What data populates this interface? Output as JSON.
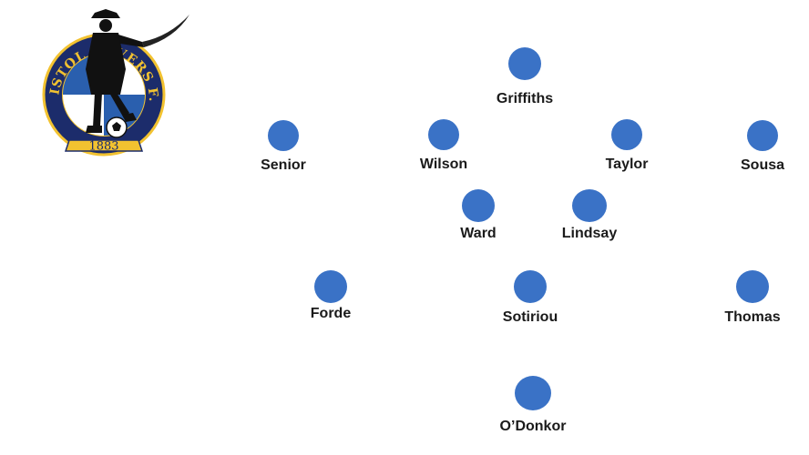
{
  "crest": {
    "top_arc_text": "BRISTOL ROVERS F.C.",
    "year": "1883",
    "colors": {
      "navy": "#1c2c6b",
      "gold": "#f2c230",
      "quarter_blue": "#2a5fae"
    }
  },
  "accent_color": "#3a72c6",
  "players": [
    {
      "name": "Griffiths"
    },
    {
      "name": "Senior"
    },
    {
      "name": "Wilson"
    },
    {
      "name": "Taylor"
    },
    {
      "name": "Sousa"
    },
    {
      "name": "Ward"
    },
    {
      "name": "Lindsay"
    },
    {
      "name": "Forde"
    },
    {
      "name": "Sotiriou"
    },
    {
      "name": "Thomas"
    },
    {
      "name": "O’Donkor"
    }
  ]
}
